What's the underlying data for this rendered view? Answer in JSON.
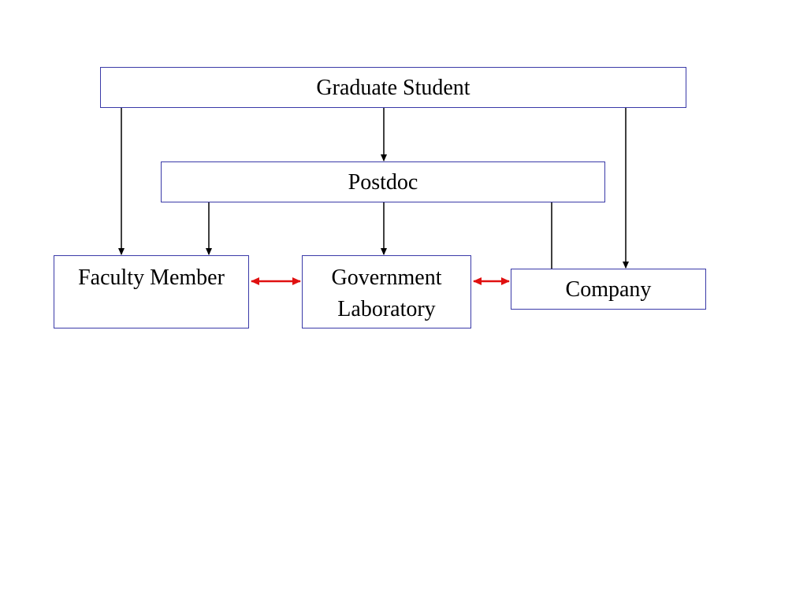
{
  "diagram": {
    "nodes": {
      "graduate_student": "Graduate Student",
      "postdoc": "Postdoc",
      "faculty_member": "Faculty Member",
      "government_laboratory": [
        "Government",
        "Laboratory"
      ],
      "company": "Company"
    },
    "edges": [
      {
        "from": "Graduate Student",
        "to": "Faculty Member",
        "kind": "directed"
      },
      {
        "from": "Graduate Student",
        "to": "Postdoc",
        "kind": "directed"
      },
      {
        "from": "Graduate Student",
        "to": "Company",
        "kind": "directed"
      },
      {
        "from": "Postdoc",
        "to": "Faculty Member",
        "kind": "directed"
      },
      {
        "from": "Postdoc",
        "to": "Government Laboratory",
        "kind": "directed"
      },
      {
        "from": "Postdoc",
        "to": "Company",
        "kind": "directed"
      },
      {
        "from": "Faculty Member",
        "to": "Government Laboratory",
        "kind": "bidirectional"
      },
      {
        "from": "Government Laboratory",
        "to": "Company",
        "kind": "bidirectional"
      }
    ],
    "colors": {
      "box_border": "#3a3aa8",
      "arrow": "#000000",
      "bidirectional_arrow": "#e01010"
    }
  }
}
